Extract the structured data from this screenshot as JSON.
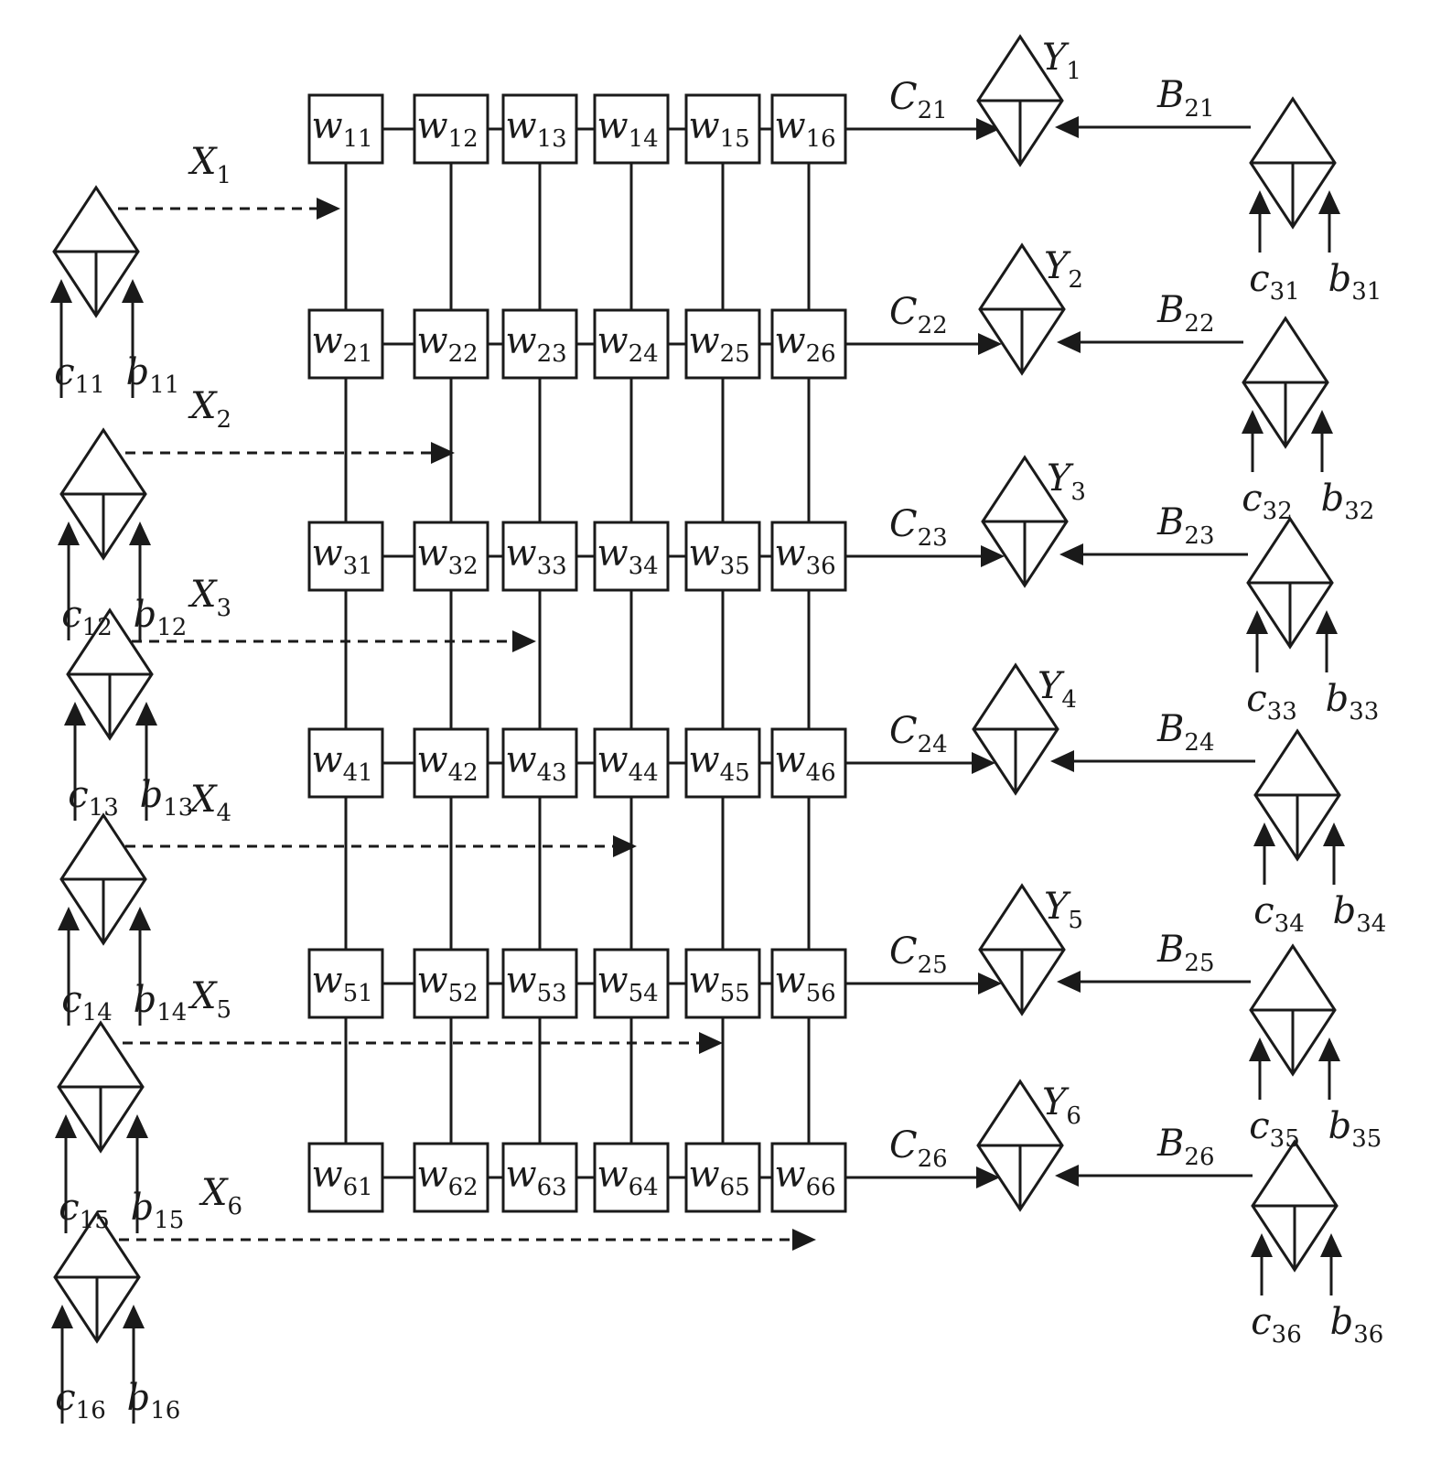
{
  "weights": [
    [
      "w11",
      "w12",
      "w13",
      "w14",
      "w15",
      "w16"
    ],
    [
      "w21",
      "w22",
      "w23",
      "w24",
      "w25",
      "w26"
    ],
    [
      "w31",
      "w32",
      "w33",
      "w34",
      "w35",
      "w36"
    ],
    [
      "w41",
      "w42",
      "w43",
      "w44",
      "w45",
      "w46"
    ],
    [
      "w51",
      "w52",
      "w53",
      "w54",
      "w55",
      "w56"
    ],
    [
      "w61",
      "w62",
      "w63",
      "w64",
      "w65",
      "w66"
    ]
  ],
  "inputs": [
    {
      "x": "X1",
      "c": "c11",
      "b": "b11"
    },
    {
      "x": "X2",
      "c": "c12",
      "b": "b12"
    },
    {
      "x": "X3",
      "c": "c13",
      "b": "b13"
    },
    {
      "x": "X4",
      "c": "c14",
      "b": "b14"
    },
    {
      "x": "X5",
      "c": "c15",
      "b": "b15"
    },
    {
      "x": "X6",
      "c": "c16",
      "b": "b16"
    }
  ],
  "outputs": [
    {
      "y": "Y1",
      "c_edge": "C21",
      "b_edge": "B21",
      "c": "c31",
      "b": "b31"
    },
    {
      "y": "Y2",
      "c_edge": "C22",
      "b_edge": "B22",
      "c": "c32",
      "b": "b32"
    },
    {
      "y": "Y3",
      "c_edge": "C23",
      "b_edge": "B23",
      "c": "c33",
      "b": "b33"
    },
    {
      "y": "Y4",
      "c_edge": "C24",
      "b_edge": "B24",
      "c": "c34",
      "b": "b34"
    },
    {
      "y": "Y5",
      "c_edge": "C25",
      "b_edge": "B25",
      "c": "c35",
      "b": "b35"
    },
    {
      "y": "Y6",
      "c_edge": "C26",
      "b_edge": "B26",
      "c": "c36",
      "b": "b36"
    }
  ]
}
